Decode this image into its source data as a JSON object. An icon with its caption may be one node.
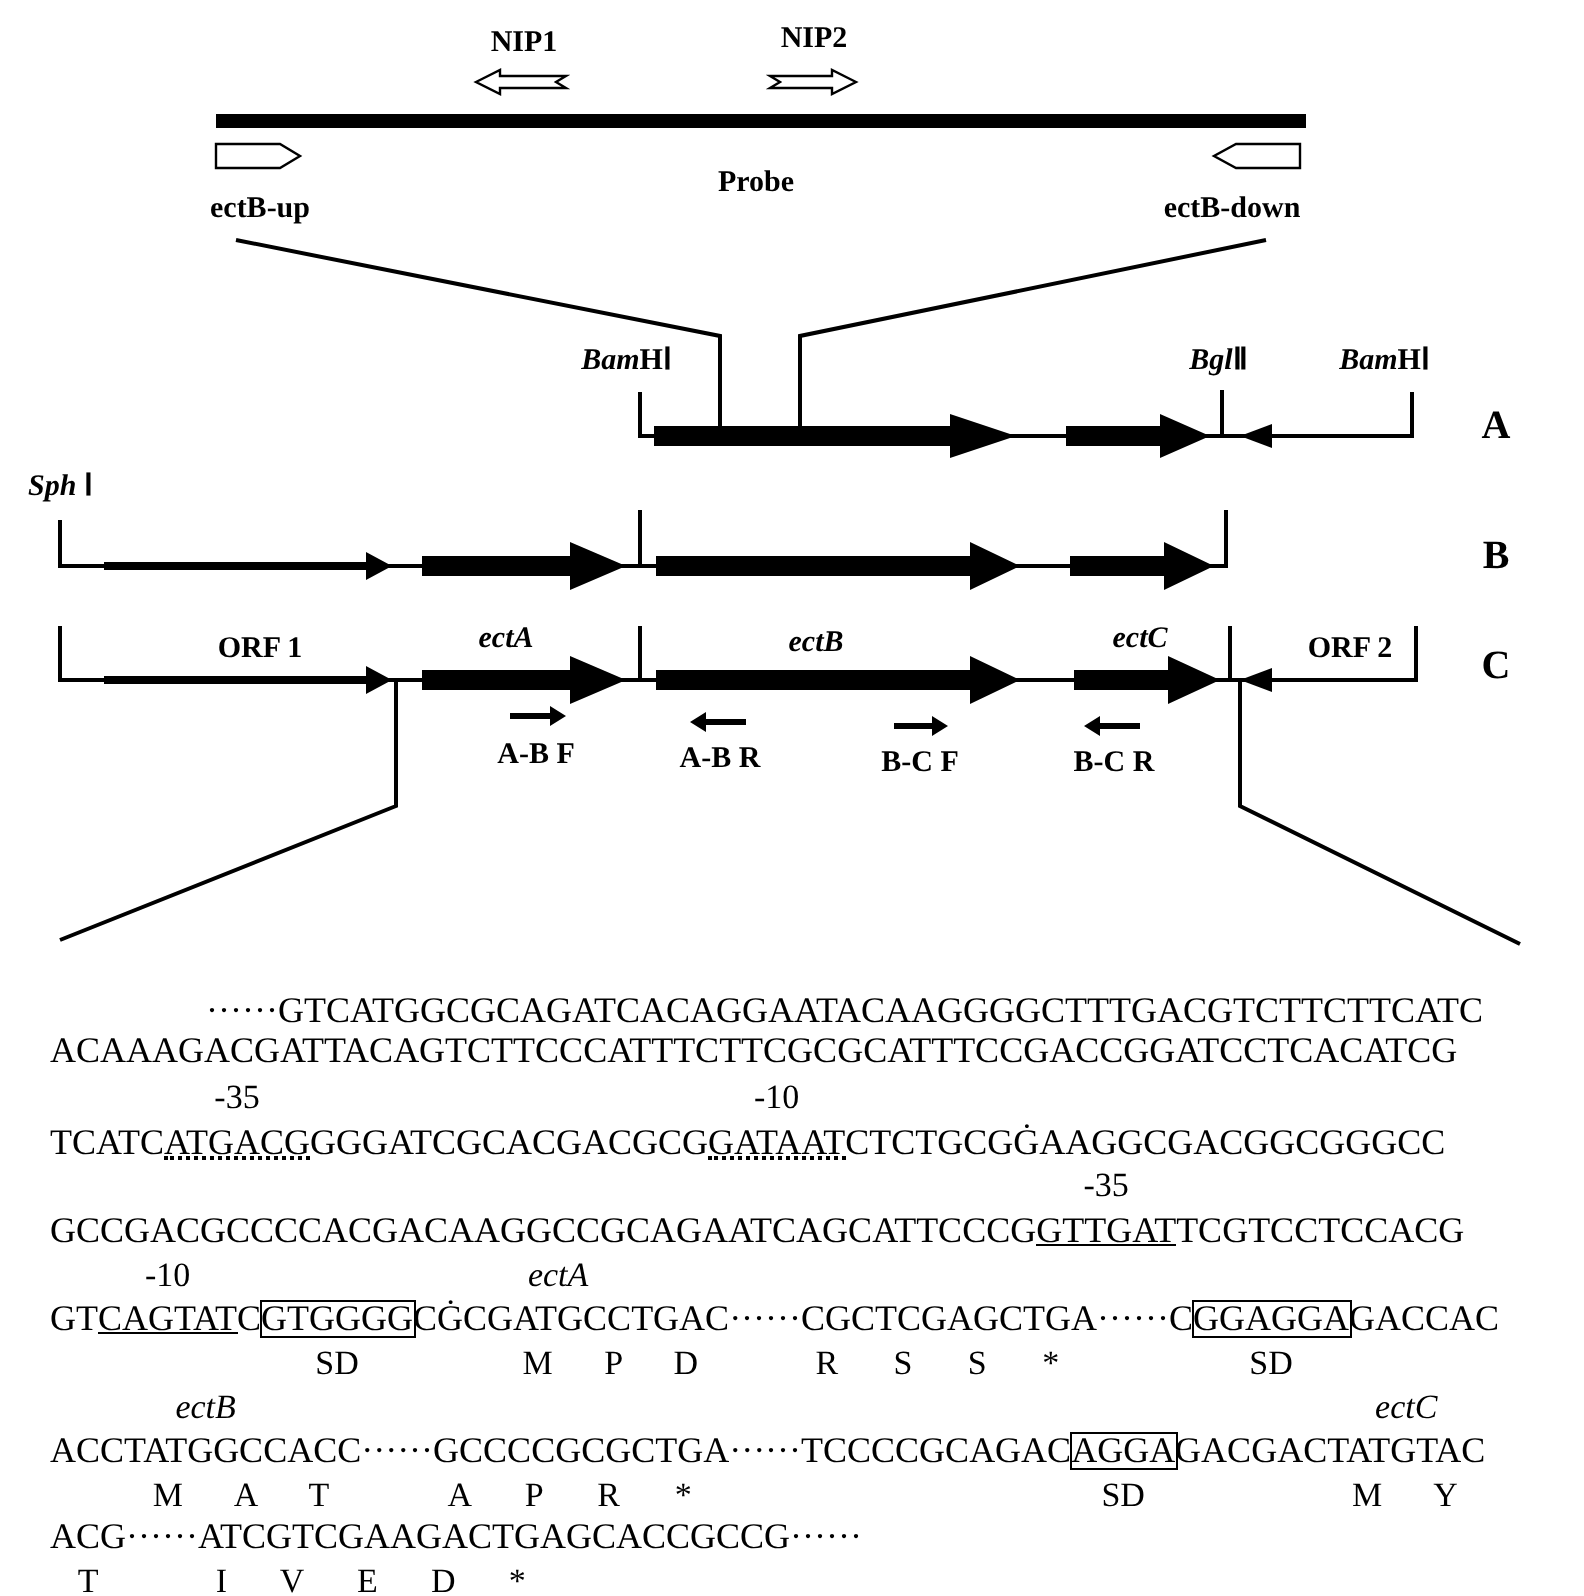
{
  "diagram": {
    "labels": [
      "NIP1",
      "NIP2",
      "Probe",
      "ectB-up",
      "ectB-down",
      "BamHⅠ",
      "BglⅡ",
      "BamHⅠ",
      "A",
      "Sph Ⅰ",
      "B",
      "ORF 1",
      "ectA",
      "ectB",
      "ectC",
      "ORF 2",
      "C",
      "A-B F",
      "A-B R",
      "B-C F",
      "B-C R",
      "······GTCATGGCGCAGATCACAGGAATACAAGGGGCTTTGACGTCTTCTTCATC",
      "ACAAAGACGATTACAGTCTTCCCATTTCTTCGCGCATTTCCGACCGGATCCTCACATCG",
      "-35",
      "-10",
      "TCATCATGACGGGGATCGCACGACGCGGATAATCTCTGCGĠAAGGCGACGGCGGGCC",
      "-35",
      "GCCGACGCCCCACGACAAGGCCGCAGAATCAGCATTCCCGGTTGATTCGTCCTCCACG",
      "-10",
      "ectA",
      "GTCAGTATCGTGGGGCĠCGATGCCTGAC······CGCTCGAGCTGA······CGGAGGAGACCAC",
      "SD",
      "M P D",
      "R S S *",
      "SD",
      "ectB",
      "ectC",
      "ACCTATGGCCACC······GCCCCGCGCTGA······TCCCCGCAGACAGGAGACGACTATGTAC",
      "M A T",
      "A P R *",
      "SD",
      "M Y",
      "ACG······ATCGTCGAAGACTGAGCACCGCCG······",
      "T",
      "I V E D *"
    ]
  }
}
